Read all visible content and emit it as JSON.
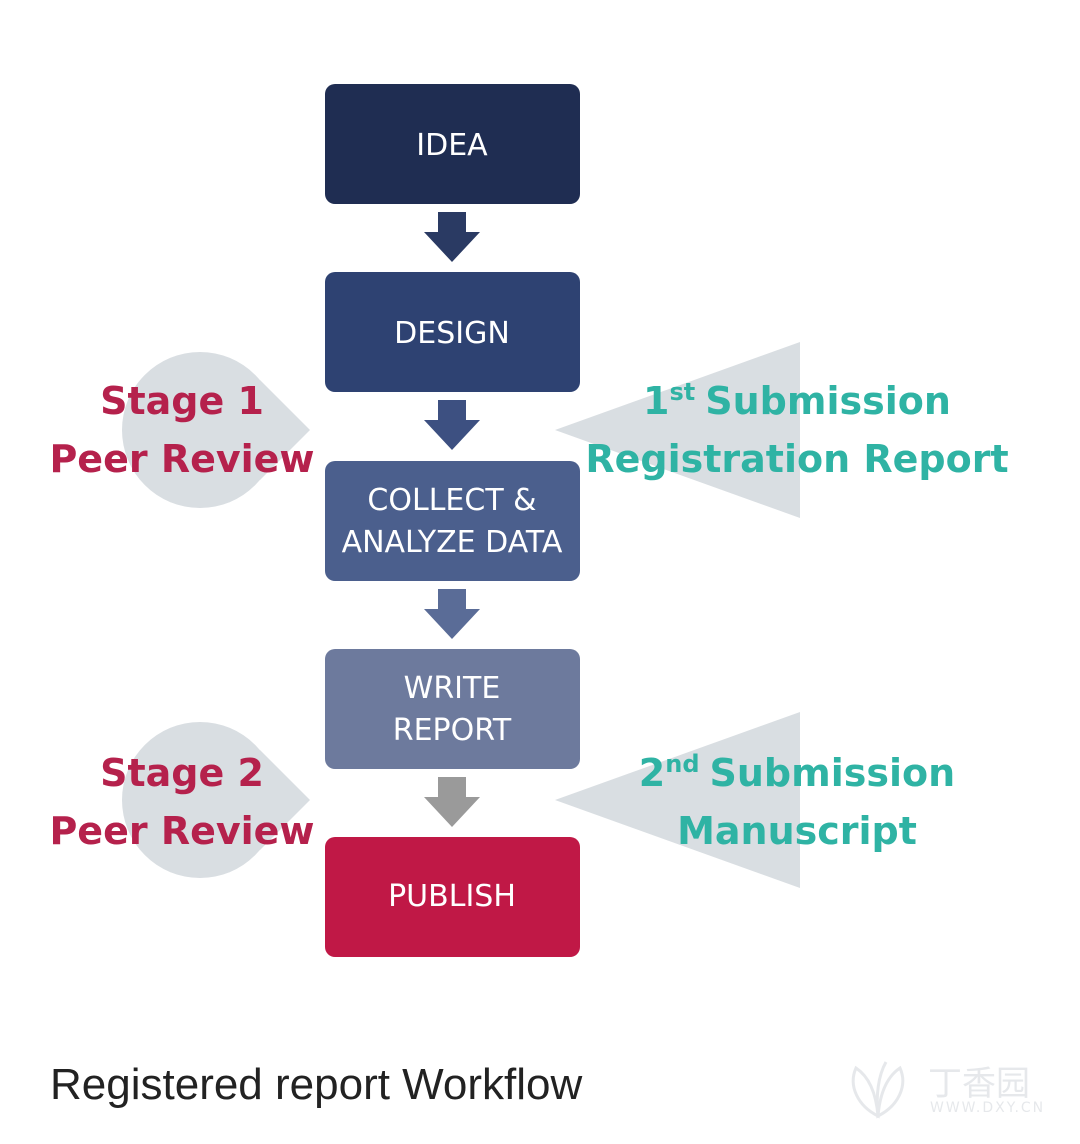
{
  "steps": [
    {
      "lines": [
        "IDEA"
      ],
      "color": "#1f2d52"
    },
    {
      "lines": [
        "DESIGN"
      ],
      "color": "#2e4272"
    },
    {
      "lines": [
        "COLLECT &",
        "ANALYZE DATA"
      ],
      "color": "#4b5f8d"
    },
    {
      "lines": [
        "WRITE",
        "REPORT"
      ],
      "color": "#6d7a9d"
    },
    {
      "lines": [
        "PUBLISH"
      ],
      "color": "#c01846"
    }
  ],
  "arrow_colors": [
    "#2a3a63",
    "#3d5081",
    "#5a6c97",
    "#9a9a9a"
  ],
  "stage1": {
    "line1": "Stage 1",
    "line2": "Peer Review"
  },
  "stage2": {
    "line1": "Stage 2",
    "line2": "Peer Review"
  },
  "submission1": {
    "ordinal": "1",
    "suffix": "st",
    "word": "Submission",
    "line2": "Registration Report"
  },
  "submission2": {
    "ordinal": "2",
    "suffix": "nd",
    "word": "Submission",
    "line2": "Manuscript"
  },
  "caption": "Registered report Workflow",
  "watermark": {
    "text": "丁香园",
    "url": "WWW.DXY.CN"
  },
  "colors": {
    "stage_text": "#b5214c",
    "submission_text": "#2fb3a4",
    "bubble": "#d9dee2"
  }
}
